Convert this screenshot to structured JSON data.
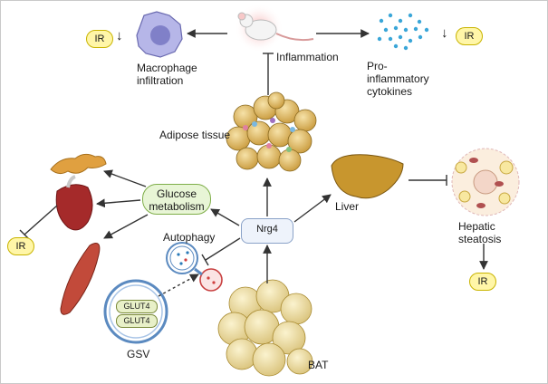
{
  "labels": {
    "macrophage": "Macrophage\ninfiltration",
    "inflammation": "Inflammation",
    "cytokines": "Pro-\ninflammatory\ncytokines",
    "adipose": "Adipose tissue",
    "glucose": "Glucose\nmetabolism",
    "nrg4": "Nrg4",
    "liver": "Liver",
    "hepatic": "Hepatic\nsteatosis",
    "autophagy": "Autophagy",
    "glut4_a": "GLUT4",
    "glut4_b": "GLUT4",
    "gsv": "GSV",
    "bat": "BAT"
  },
  "ir_badges": [
    "IR",
    "IR",
    "IR",
    "IR"
  ],
  "arrow_glyph": "↓",
  "colors": {
    "arrow": "#333333",
    "ir_fill": "#fff6a8",
    "ir_border": "#c9b400",
    "glucose_fill": "#e8f5d6",
    "glucose_border": "#7fae4a",
    "nrg4_fill": "#eef3fb",
    "nrg4_border": "#8aa2c8",
    "adipocyte": "#e9c97a",
    "bat": "#f2e3a8",
    "liver": "#c8962e",
    "heart": "#a52a2a",
    "muscle": "#c24a3a",
    "pancreas": "#e0a040",
    "macrophage": "#b6b6e8",
    "cytokine": "#3aa6d8"
  },
  "icons": [
    "mouse-icon",
    "macrophage-icon",
    "cytokines-icon",
    "adipose-tissue-icon",
    "pancreas-icon",
    "heart-icon",
    "muscle-icon",
    "liver-icon",
    "hepatocyte-icon",
    "autophagy-icon",
    "gsv-vesicle-icon",
    "bat-tissue-icon"
  ]
}
